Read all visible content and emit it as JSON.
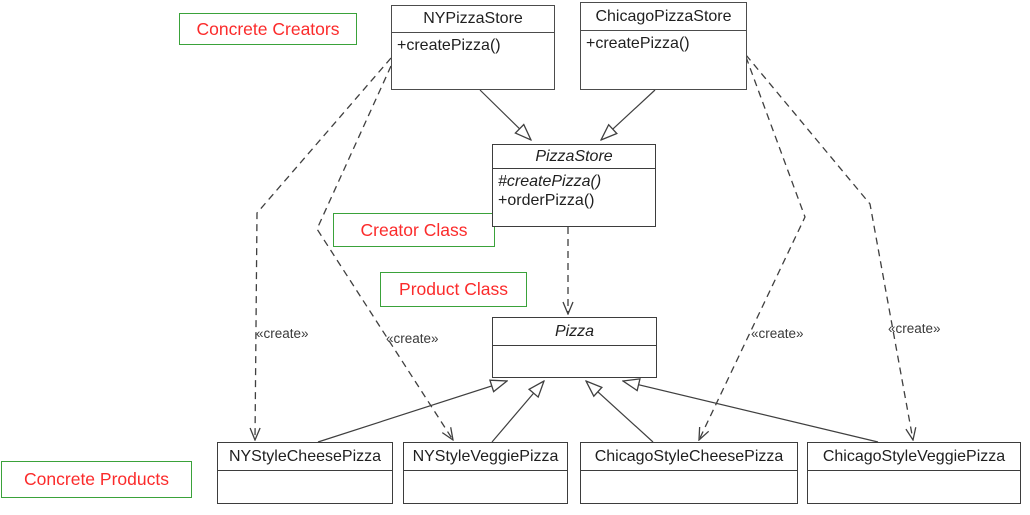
{
  "diagram": {
    "annotations": {
      "concrete_creators": "Concrete Creators",
      "creator_class": "Creator Class",
      "product_class": "Product Class",
      "concrete_products": "Concrete Products"
    },
    "create_label": "«create»",
    "classes": {
      "ny_pizza_store": {
        "name": "NYPizzaStore",
        "method1": "+createPizza()"
      },
      "chicago_pizza_store": {
        "name": "ChicagoPizzaStore",
        "method1": "+createPizza()"
      },
      "pizza_store": {
        "name": "PizzaStore",
        "method1": "#createPizza()",
        "method2": "+orderPizza()"
      },
      "pizza": {
        "name": "Pizza"
      },
      "ny_style_cheese_pizza": {
        "name": "NYStyleCheesePizza"
      },
      "ny_style_veggie_pizza": {
        "name": "NYStyleVeggiePizza"
      },
      "chicago_style_cheese_pizza": {
        "name": "ChicagoStyleCheesePizza"
      },
      "chicago_style_veggie_pizza": {
        "name": "ChicagoStyleVeggiePizza"
      }
    },
    "colors": {
      "annotation_text": "#fb2b2b",
      "annotation_border": "#3aa23a",
      "line": "#3f3f3f",
      "box_border": "#4c4c4c"
    }
  }
}
